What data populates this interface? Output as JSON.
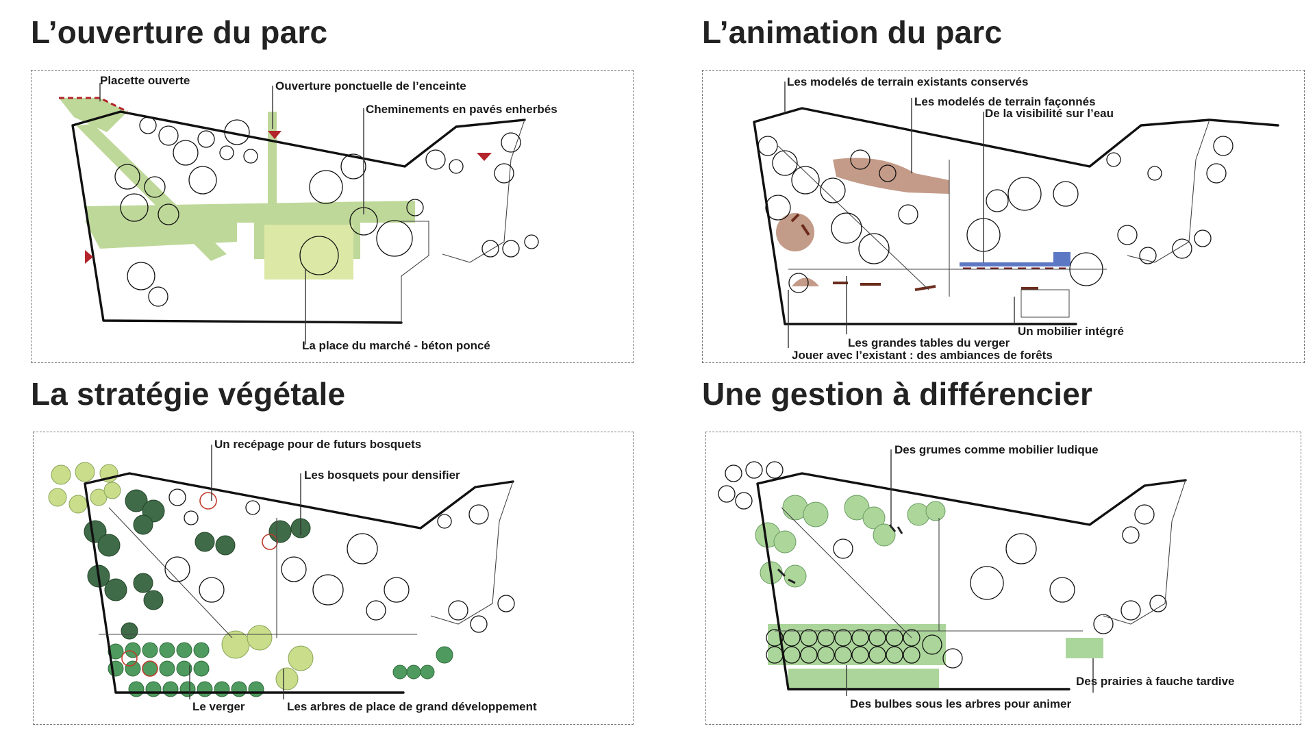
{
  "panels": [
    {
      "id": "ouverture",
      "title": "L’ouverture du parc",
      "labels": [
        "Placette ouverte",
        "Ouverture ponctuelle de l’enceinte",
        "Cheminements en pavés enherbés",
        "La place du marché - béton poncé"
      ]
    },
    {
      "id": "animation",
      "title": "L’animation du parc",
      "labels": [
        "Les modelés de terrain existants conservés",
        "Les modelés de terrain façonnés",
        "De la visibilité sur l’eau",
        "Un mobilier intégré",
        "Les grandes tables du verger",
        "Jouer avec l’existant : des ambiances de forêts"
      ]
    },
    {
      "id": "strategie",
      "title": "La stratégie végétale",
      "labels": [
        "Un recépage pour de futurs bosquets",
        "Les bosquets pour densifier",
        "Le verger",
        "Les arbres de place de grand développement"
      ]
    },
    {
      "id": "gestion",
      "title": "Une gestion à différencier",
      "labels": [
        "Des grumes comme mobilier ludique",
        "Des prairies à fauche tardive",
        "Des bulbes sous les arbres pour animer"
      ]
    }
  ],
  "colors": {
    "path_green": "#b8d48f",
    "market_green": "#dbe8a6",
    "marker_red": "#b3242b",
    "terrain_brown": "#b07a62",
    "water_blue": "#5c78c4",
    "dark_tree": "#3f6b48",
    "mid_tree": "#4f9a5e",
    "light_tree": "#c9dd8a",
    "meadow_green": "#8fc879",
    "recepage_red": "#c0392b"
  }
}
